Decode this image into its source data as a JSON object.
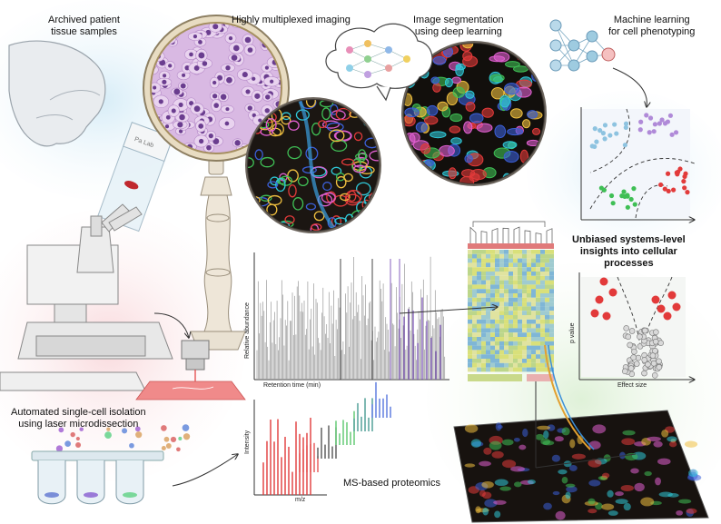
{
  "steps": {
    "archived": [
      "Archived patient",
      "tissue samples"
    ],
    "imaging": "Highly multiplexed imaging",
    "segmentation": [
      "Image segmentation",
      "using deep learning"
    ],
    "ml": [
      "Machine learning",
      "for cell phenotyping"
    ],
    "insights": [
      "Unbiased systems-level",
      "insights into cellular",
      "processes"
    ],
    "isolation": [
      "Automated single-cell isolation",
      "using laser microdissection"
    ],
    "proteomics": "MS-based proteomics"
  },
  "axes": {
    "relative_abundance": "Relative abundance",
    "retention_time": "Retention time (min)",
    "intensity": "Intensity",
    "mz": "m/z",
    "p_value": "p value",
    "effect_size": "Effect size"
  },
  "slide_label": "Pa Lab",
  "colors": {
    "he_purple": "#b07ac8",
    "fluor_red": "#e23a3a",
    "fluor_green": "#3fbf55",
    "fluor_cyan": "#2fc8d8",
    "fluor_blue": "#3b5fd8",
    "dark_tissue": "#1b1612",
    "heatmap_yellow": "#d9e07a",
    "heatmap_blue": "#7fb6d6"
  }
}
